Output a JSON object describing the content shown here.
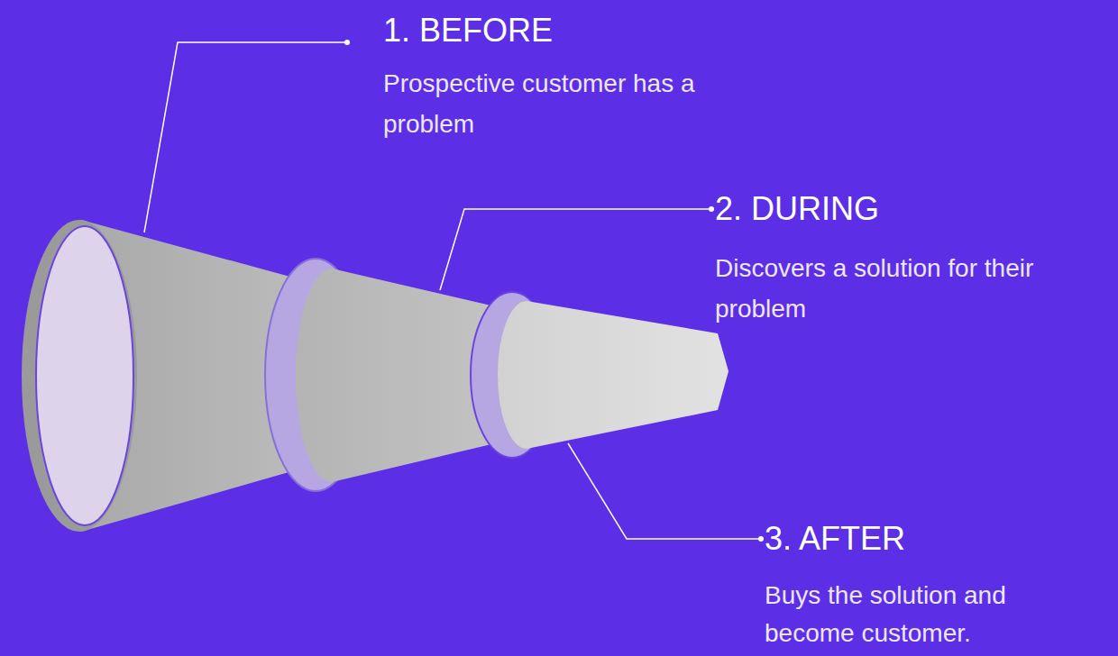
{
  "diagram": {
    "labels": [
      "1. BEFORE",
      "Prospective customer has a problem",
      "2. DURING",
      "Discovers a solution for their problem",
      "3. AFTER",
      "Buys the solution and become customer."
    ]
  }
}
